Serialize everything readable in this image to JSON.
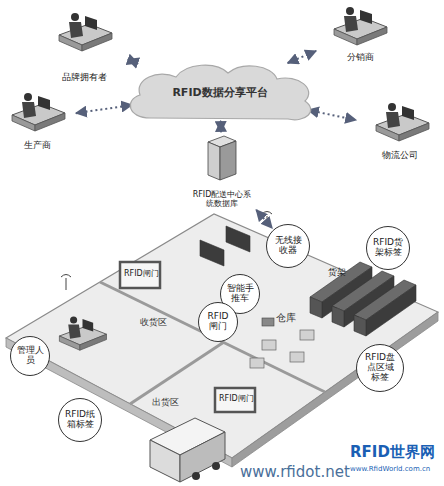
{
  "diagram": {
    "nodes": [
      {
        "text": [
          "RFID数据分享平台"
        ]
      },
      {
        "text": [
          "品牌拥有者"
        ]
      },
      {
        "text": [
          "分销商"
        ]
      },
      {
        "text": [
          "生产商"
        ]
      },
      {
        "text": [
          "物流公司"
        ]
      },
      {
        "text": [
          "RFID配送中心系统数据库"
        ]
      },
      {
        "text": [
          "无线接收器"
        ]
      },
      {
        "text": [
          "智能手推车"
        ]
      },
      {
        "text": [
          "RFID货架标签"
        ]
      },
      {
        "text": [
          "管理人员"
        ]
      },
      {
        "text": [
          "RFID闸门"
        ]
      },
      {
        "text": [
          "RFID盘点区域标签"
        ]
      },
      {
        "text": [
          "RFID纸箱标签"
        ]
      }
    ],
    "edges": [
      {
        "from": 0,
        "to": 1,
        "arrow": "both"
      },
      {
        "from": 0,
        "to": 2,
        "arrow": "both"
      },
      {
        "from": 0,
        "to": 3,
        "arrow": "both"
      },
      {
        "from": 0,
        "to": 4,
        "arrow": "both"
      },
      {
        "from": 0,
        "to": 5,
        "arrow": "both"
      },
      {
        "from": 5,
        "to": 6,
        "arrow": "both"
      }
    ],
    "labels": [
      "RFID闸门",
      "收货区",
      "仓库",
      "货架",
      "出货区",
      "RFID闸门",
      "www.rfidot.net",
      "RFID世界网",
      "www.RfidWorld.com.cn"
    ]
  }
}
